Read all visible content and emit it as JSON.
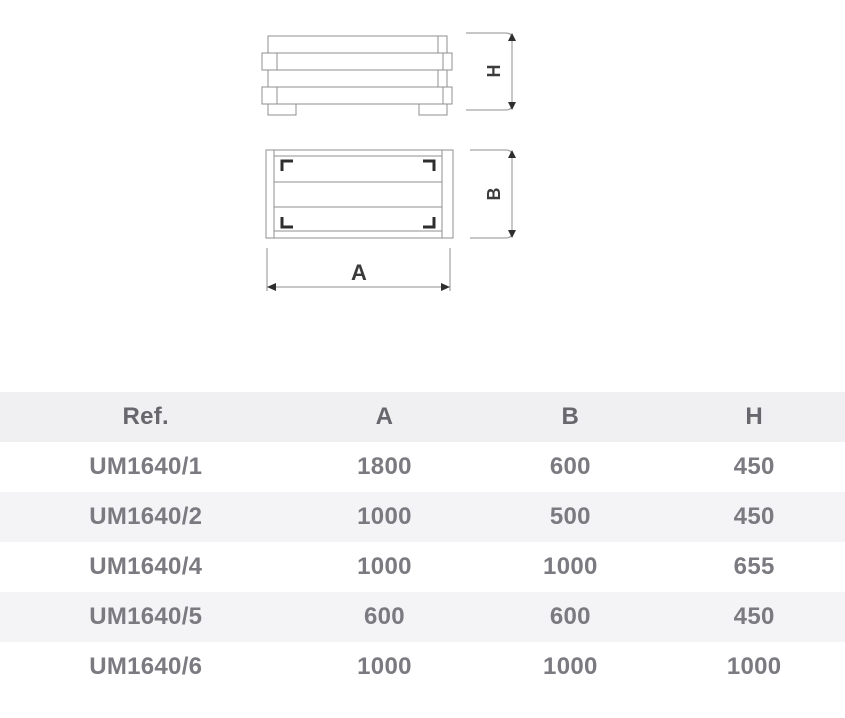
{
  "drawing": {
    "labels": {
      "h": "H",
      "b": "B",
      "a": "A"
    }
  },
  "table": {
    "columns": [
      {
        "label": "Ref."
      },
      {
        "label": "A"
      },
      {
        "label": "B"
      },
      {
        "label": "H"
      }
    ],
    "rows": [
      {
        "cells": [
          "UM1640/1",
          "1800",
          "600",
          "450"
        ]
      },
      {
        "cells": [
          "UM1640/2",
          "1000",
          "500",
          "450"
        ]
      },
      {
        "cells": [
          "UM1640/4",
          "1000",
          "1000",
          "655"
        ]
      },
      {
        "cells": [
          "UM1640/5",
          "600",
          "600",
          "450"
        ]
      },
      {
        "cells": [
          "UM1640/6",
          "1000",
          "1000",
          "1000"
        ]
      }
    ]
  },
  "colors": {
    "header_bg": "#f0f0f2",
    "stripe_bg": "#f4f4f6",
    "header_text": "#67676d",
    "cell_text": "#7a7a80",
    "drawing_line": "#8f8f8f",
    "drawing_dark": "#2e2e2e"
  }
}
